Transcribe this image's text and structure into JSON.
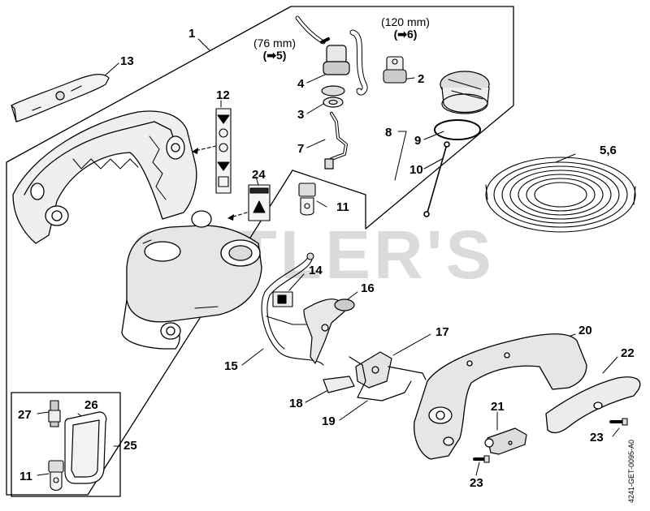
{
  "watermark": "CUTLER'S",
  "document_id": "4241-GET-0095-A0",
  "callouts": {
    "c1": "1",
    "c2": "2",
    "c3": "3",
    "c4": "4",
    "c56": "5,6",
    "c7": "7",
    "c8": "8",
    "c9": "9",
    "c10": "10",
    "c11a": "11",
    "c11b": "11",
    "c12": "12",
    "c13": "13",
    "c14": "14",
    "c15": "15",
    "c16": "16",
    "c17": "17",
    "c18": "18",
    "c19": "19",
    "c20": "20",
    "c21": "21",
    "c22": "22",
    "c23a": "23",
    "c23b": "23",
    "c24": "24",
    "c25": "25",
    "c26": "26",
    "c27": "27"
  },
  "dimensions": {
    "short_hose": {
      "length": "(76 mm)",
      "ref": "(➡5)"
    },
    "long_hose": {
      "length": "(120 mm)",
      "ref": "(➡6)"
    }
  }
}
